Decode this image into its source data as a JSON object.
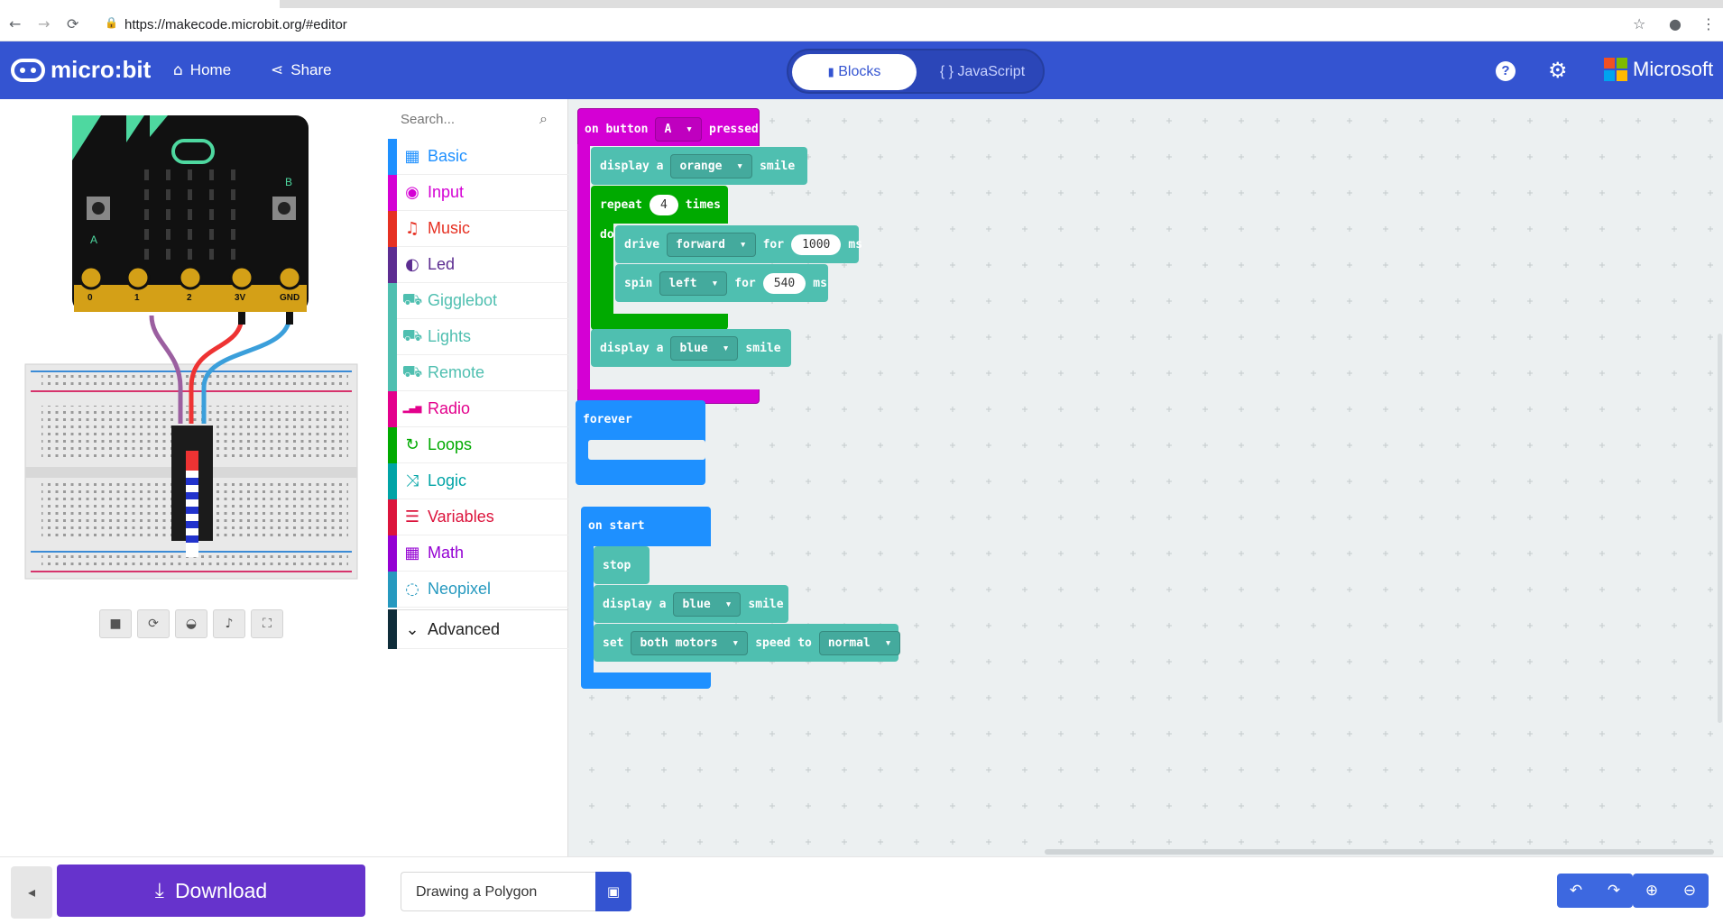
{
  "browser": {
    "url": "https://makecode.microbit.org/#editor",
    "back_icon": "back-arrow-icon",
    "forward_icon": "forward-arrow-icon",
    "reload_icon": "reload-icon"
  },
  "header": {
    "logo_text": "micro:bit",
    "home_label": "Home",
    "share_label": "Share",
    "blocks_label": "Blocks",
    "js_label": "{ } JavaScript",
    "ms_label": "Microsoft"
  },
  "simulator": {
    "pins": [
      "0",
      "1",
      "2",
      "3V",
      "GND"
    ],
    "button_a": "A",
    "button_b": "B"
  },
  "toolbox": {
    "search_placeholder": "Search...",
    "categories": [
      {
        "label": "Basic",
        "color": "#1e90ff",
        "icon": "grid-icon"
      },
      {
        "label": "Input",
        "color": "#d400d4",
        "icon": "target-icon"
      },
      {
        "label": "Music",
        "color": "#e63022",
        "icon": "headphones-icon"
      },
      {
        "label": "Led",
        "color": "#5c2d91",
        "icon": "toggle-icon"
      },
      {
        "label": "Gigglebot",
        "color": "#4fbfb0",
        "icon": "truck-icon"
      },
      {
        "label": "Lights",
        "color": "#4fbfb0",
        "icon": "truck-icon"
      },
      {
        "label": "Remote",
        "color": "#4fbfb0",
        "icon": "truck-icon"
      },
      {
        "label": "Radio",
        "color": "#e3008c",
        "icon": "signal-icon"
      },
      {
        "label": "Loops",
        "color": "#00aa00",
        "icon": "refresh-icon"
      },
      {
        "label": "Logic",
        "color": "#00a4a6",
        "icon": "shuffle-icon"
      },
      {
        "label": "Variables",
        "color": "#dc143c",
        "icon": "lines-icon"
      },
      {
        "label": "Math",
        "color": "#9400d3",
        "icon": "calculator-icon"
      },
      {
        "label": "Neopixel",
        "color": "#2699bf",
        "icon": "ring-icon"
      }
    ],
    "advanced_label": "Advanced"
  },
  "blocks": {
    "on_button": {
      "prefix": "on button",
      "button": "A",
      "suffix": "pressed"
    },
    "display1": {
      "label": "display a",
      "color": "orange",
      "suffix": "smile"
    },
    "repeat": {
      "label": "repeat",
      "count": "4",
      "suffix": "times",
      "do": "do"
    },
    "drive": {
      "label": "drive",
      "dir": "forward",
      "for": "for",
      "ms_value": "1000",
      "unit": "ms"
    },
    "spin": {
      "label": "spin",
      "dir": "left",
      "for": "for",
      "ms_value": "540",
      "unit": "ms"
    },
    "display2": {
      "label": "display a",
      "color": "blue",
      "suffix": "smile"
    },
    "forever": {
      "label": "forever"
    },
    "on_start": {
      "label": "on start"
    },
    "stop": {
      "label": "stop"
    },
    "display3": {
      "label": "display a",
      "color": "blue",
      "suffix": "smile"
    },
    "set_motors": {
      "label": "set",
      "motors": "both motors",
      "speed": "speed to",
      "value": "normal"
    }
  },
  "footer": {
    "download_label": "Download",
    "project_name": "Drawing a Polygon"
  },
  "colors": {
    "header_bg": "#3454d1",
    "download_bg": "#6633cc",
    "event_block": "#d400d4",
    "gigglebot_block": "#4fbfb0",
    "loops_block": "#00aa00",
    "basic_block": "#1e90ff"
  }
}
